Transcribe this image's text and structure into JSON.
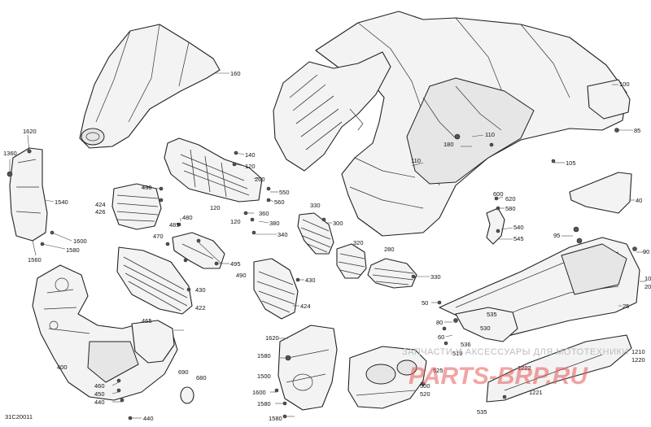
{
  "diagram_code": "31C20011",
  "watermark": {
    "line1": "ЗАПЧАСТИ И АКСЕССУАРЫ ДЛЯ МОТОТЕХНИКИ",
    "line2": "PARTS-BRP.RU"
  },
  "callouts": [
    {
      "id": "c160",
      "label": "160"
    },
    {
      "id": "c100",
      "label": "100"
    },
    {
      "id": "c85",
      "label": "85"
    },
    {
      "id": "c110a",
      "label": "110"
    },
    {
      "id": "c180",
      "label": "180"
    },
    {
      "id": "c110b",
      "label": "110"
    },
    {
      "id": "c105",
      "label": "105"
    },
    {
      "id": "c140",
      "label": "140"
    },
    {
      "id": "c120a",
      "label": "120"
    },
    {
      "id": "c260",
      "label": "260"
    },
    {
      "id": "c550",
      "label": "550"
    },
    {
      "id": "c560",
      "label": "560"
    },
    {
      "id": "c120b",
      "label": "120"
    },
    {
      "id": "c360",
      "label": "360"
    },
    {
      "id": "c120c",
      "label": "120"
    },
    {
      "id": "c380",
      "label": "380"
    },
    {
      "id": "c340",
      "label": "340"
    },
    {
      "id": "c330a",
      "label": "330"
    },
    {
      "id": "c300",
      "label": "300"
    },
    {
      "id": "c430a",
      "label": "430"
    },
    {
      "id": "c424a",
      "label": "424"
    },
    {
      "id": "c426",
      "label": "426"
    },
    {
      "id": "c480",
      "label": "480"
    },
    {
      "id": "c485",
      "label": "485"
    },
    {
      "id": "c470",
      "label": "470"
    },
    {
      "id": "c495",
      "label": "495"
    },
    {
      "id": "c490",
      "label": "490"
    },
    {
      "id": "c430b",
      "label": "430"
    },
    {
      "id": "c422",
      "label": "422"
    },
    {
      "id": "c430c",
      "label": "430"
    },
    {
      "id": "c424b",
      "label": "424"
    },
    {
      "id": "c1620a",
      "label": "1620"
    },
    {
      "id": "c1360",
      "label": "1360"
    },
    {
      "id": "c1540",
      "label": "1540"
    },
    {
      "id": "c1600a",
      "label": "1600"
    },
    {
      "id": "c1580a",
      "label": "1580"
    },
    {
      "id": "c1560",
      "label": "1560"
    },
    {
      "id": "c465",
      "label": "465"
    },
    {
      "id": "c400",
      "label": "400"
    },
    {
      "id": "c690",
      "label": "690"
    },
    {
      "id": "c680",
      "label": "680"
    },
    {
      "id": "c460",
      "label": "460"
    },
    {
      "id": "c450",
      "label": "450"
    },
    {
      "id": "c440a",
      "label": "440"
    },
    {
      "id": "c440b",
      "label": "440"
    },
    {
      "id": "c1620b",
      "label": "1620"
    },
    {
      "id": "c1580b",
      "label": "1580"
    },
    {
      "id": "c1500",
      "label": "1500"
    },
    {
      "id": "c1600b",
      "label": "1600"
    },
    {
      "id": "c1580c",
      "label": "1580"
    },
    {
      "id": "c1580d",
      "label": "1580"
    },
    {
      "id": "c280",
      "label": "280"
    },
    {
      "id": "c320",
      "label": "320"
    },
    {
      "id": "c330b",
      "label": "330"
    },
    {
      "id": "c600",
      "label": "600"
    },
    {
      "id": "c620",
      "label": "620"
    },
    {
      "id": "c580",
      "label": "580"
    },
    {
      "id": "c540",
      "label": "540"
    },
    {
      "id": "c545",
      "label": "545"
    },
    {
      "id": "c40",
      "label": "40"
    },
    {
      "id": "c95",
      "label": "95"
    },
    {
      "id": "c90",
      "label": "90"
    },
    {
      "id": "c10",
      "label": "10"
    },
    {
      "id": "c20",
      "label": "20"
    },
    {
      "id": "c50",
      "label": "50"
    },
    {
      "id": "c25",
      "label": "25"
    },
    {
      "id": "c535a",
      "label": "535"
    },
    {
      "id": "c530",
      "label": "530"
    },
    {
      "id": "c80",
      "label": "80"
    },
    {
      "id": "c60",
      "label": "60"
    },
    {
      "id": "c536",
      "label": "536"
    },
    {
      "id": "c510",
      "label": "510"
    },
    {
      "id": "c525",
      "label": "525"
    },
    {
      "id": "c500",
      "label": "500"
    },
    {
      "id": "c520",
      "label": "520"
    },
    {
      "id": "c1210",
      "label": "1210"
    },
    {
      "id": "c1220",
      "label": "1220"
    },
    {
      "id": "c1222",
      "label": "1222"
    },
    {
      "id": "c1221",
      "label": "1221"
    },
    {
      "id": "c535b",
      "label": "535"
    }
  ]
}
